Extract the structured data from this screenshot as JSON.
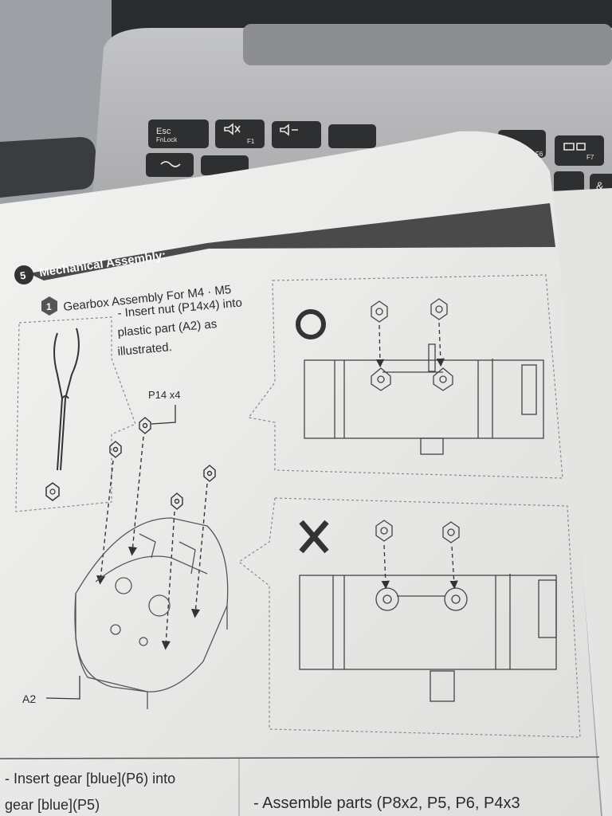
{
  "keyboard": {
    "keys": [
      "Esc",
      "FnLock",
      "F1",
      "F6",
      "F7",
      "&"
    ]
  },
  "manual": {
    "section": {
      "number": "5",
      "title": "Mechanical Assembly:"
    },
    "step": {
      "number": "1",
      "title": "Gearbox Assembly For M4 · M5",
      "instruction_lines": [
        "- Insert nut (P14x4) into",
        "plastic part (A2) as",
        "illustrated."
      ]
    },
    "callouts": {
      "nut_label": "P14 x4",
      "part_label": "A2"
    },
    "comparison": {
      "correct_mark": "O",
      "wrong_mark": "X"
    },
    "next_steps": {
      "left_lines": [
        "- Insert gear [blue](P6) into",
        "gear [blue](P5)"
      ],
      "right_line": "- Assemble parts (P8x2, P5, P6, P4x3"
    }
  },
  "colors": {
    "page": "#ececea",
    "banner": "#4a4a4a",
    "ink": "#2b2b2b",
    "laptop": "#b8b9bb"
  }
}
